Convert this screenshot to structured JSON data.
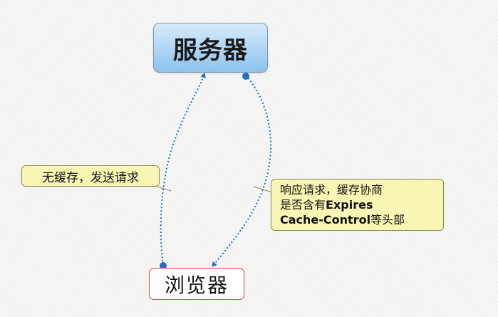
{
  "nodes": {
    "server": {
      "label": "服务器"
    },
    "browser": {
      "label": "浏览器"
    }
  },
  "callouts": {
    "request": {
      "text": "无缓存，发送请求"
    },
    "response": {
      "line1": "响应请求，缓存协商",
      "line2_prefix": "是否含有",
      "line2_bold": "Expires",
      "line3_bold": "Cache-Control",
      "line3_suffix": "等头部"
    }
  },
  "edges": [
    {
      "from": "browser",
      "to": "server",
      "label_ref": "callouts.request",
      "style": "dotted-arrow"
    },
    {
      "from": "server",
      "to": "browser",
      "label_ref": "callouts.response",
      "style": "dotted-arrow"
    }
  ],
  "colors": {
    "connector": "#1f6fc4",
    "callout_fill": "#f8f6b4",
    "server_fill": "#a9d2f3",
    "browser_border": "#d64545"
  }
}
